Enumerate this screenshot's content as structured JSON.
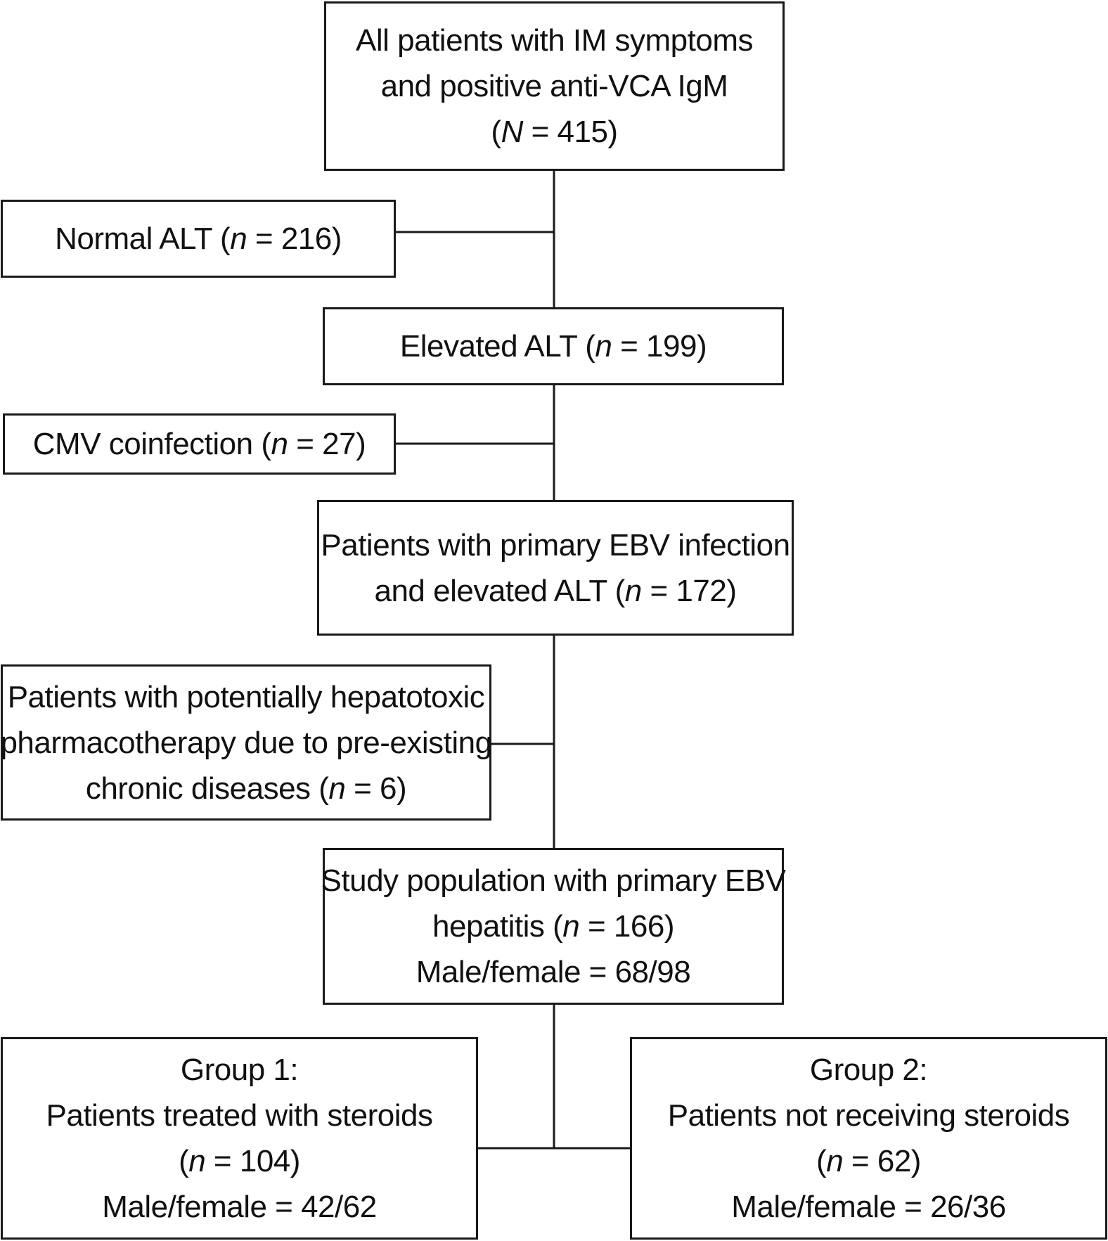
{
  "flow": {
    "all_patients": {
      "line1": "All patients with IM symptoms",
      "line2": "and positive anti-VCA IgM",
      "n_open": "(",
      "n_var": "N",
      "n_rest": " = 415)"
    },
    "normal_alt": {
      "pre": "Normal ALT (",
      "n_var": "n",
      "rest": " = 216)"
    },
    "elevated_alt": {
      "pre": "Elevated ALT (",
      "n_var": "n",
      "rest": " = 199)"
    },
    "cmv": {
      "pre": "CMV coinfection (",
      "n_var": "n",
      "rest": " = 27)"
    },
    "primary_ebv": {
      "line1": "Patients with primary EBV infection",
      "line2_pre": "and elevated ALT (",
      "n_var": "n",
      "line2_rest": " = 172)"
    },
    "hepatotoxic": {
      "line1": "Patients with potentially hepatotoxic",
      "line2": "pharmacotherapy due to pre-existing",
      "line3_pre": "chronic diseases (",
      "n_var": "n",
      "line3_rest": " = 6)"
    },
    "study_population": {
      "line1": "Study population with primary EBV",
      "line2_pre": "hepatitis (",
      "n_var": "n",
      "line2_rest": " = 166)",
      "line3": "Male/female = 68/98"
    },
    "group1": {
      "line1": "Group 1:",
      "line2": "Patients treated with steroids",
      "n_open": "(",
      "n_var": "n",
      "n_rest": " = 104)",
      "line4": "Male/female = 42/62"
    },
    "group2": {
      "line1": "Group 2:",
      "line2": "Patients not receiving steroids",
      "n_open": "(",
      "n_var": "n",
      "n_rest": " = 62)",
      "line4": "Male/female = 26/36"
    }
  }
}
